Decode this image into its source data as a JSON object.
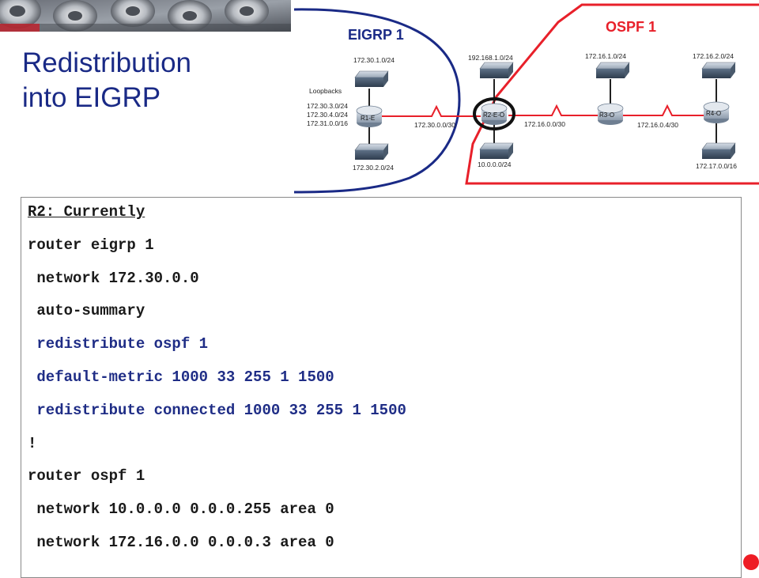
{
  "title": {
    "line1": "Redistribution",
    "line2": "into EIGRP"
  },
  "diagram": {
    "eigrp_label": "EIGRP 1",
    "ospf_label": "OSPF 1",
    "loopbacks_label": "Loopbacks",
    "loopback_nets": [
      "172.30.3.0/24",
      "172.30.4.0/24",
      "172.31.0.0/16"
    ],
    "routers": [
      "R1-E",
      "R2-E-O",
      "R3-O",
      "R4-O"
    ],
    "networks": {
      "r1_lan_top": "172.30.1.0/24",
      "r1_lan_bottom": "172.30.2.0/24",
      "r1_r2_link": "172.30.0.0/30",
      "r2_lan_top": "192.168.1.0/24",
      "r2_lan_bottom": "10.0.0.0/24",
      "r2_r3_link": "172.16.0.0/30",
      "r3_lan_top": "172.16.1.0/24",
      "r3_r4_link": "172.16.0.4/30",
      "r4_lan_top": "172.16.2.0/24",
      "r4_lan_bottom": "172.17.0.0/16"
    },
    "colors": {
      "eigrp": "#1a2a86",
      "ospf": "#e8202a",
      "link": "#e8202a"
    }
  },
  "code": {
    "lines": [
      {
        "text": "R2: Currently",
        "style": "underline"
      },
      {
        "text": "router eigrp 1",
        "style": "normal"
      },
      {
        "text": " network 172.30.0.0",
        "style": "normal"
      },
      {
        "text": " auto-summary",
        "style": "normal"
      },
      {
        "text": " redistribute ospf 1",
        "style": "blue"
      },
      {
        "text": " default-metric 1000 33 255 1 1500",
        "style": "blue"
      },
      {
        "text": " redistribute connected 1000 33 255 1 1500",
        "style": "blue"
      },
      {
        "text": "!",
        "style": "normal"
      },
      {
        "text": "router ospf 1",
        "style": "normal"
      },
      {
        "text": " network 10.0.0.0 0.0.0.255 area 0",
        "style": "normal"
      },
      {
        "text": " network 172.16.0.0 0.0.0.3 area 0",
        "style": "normal"
      }
    ]
  }
}
